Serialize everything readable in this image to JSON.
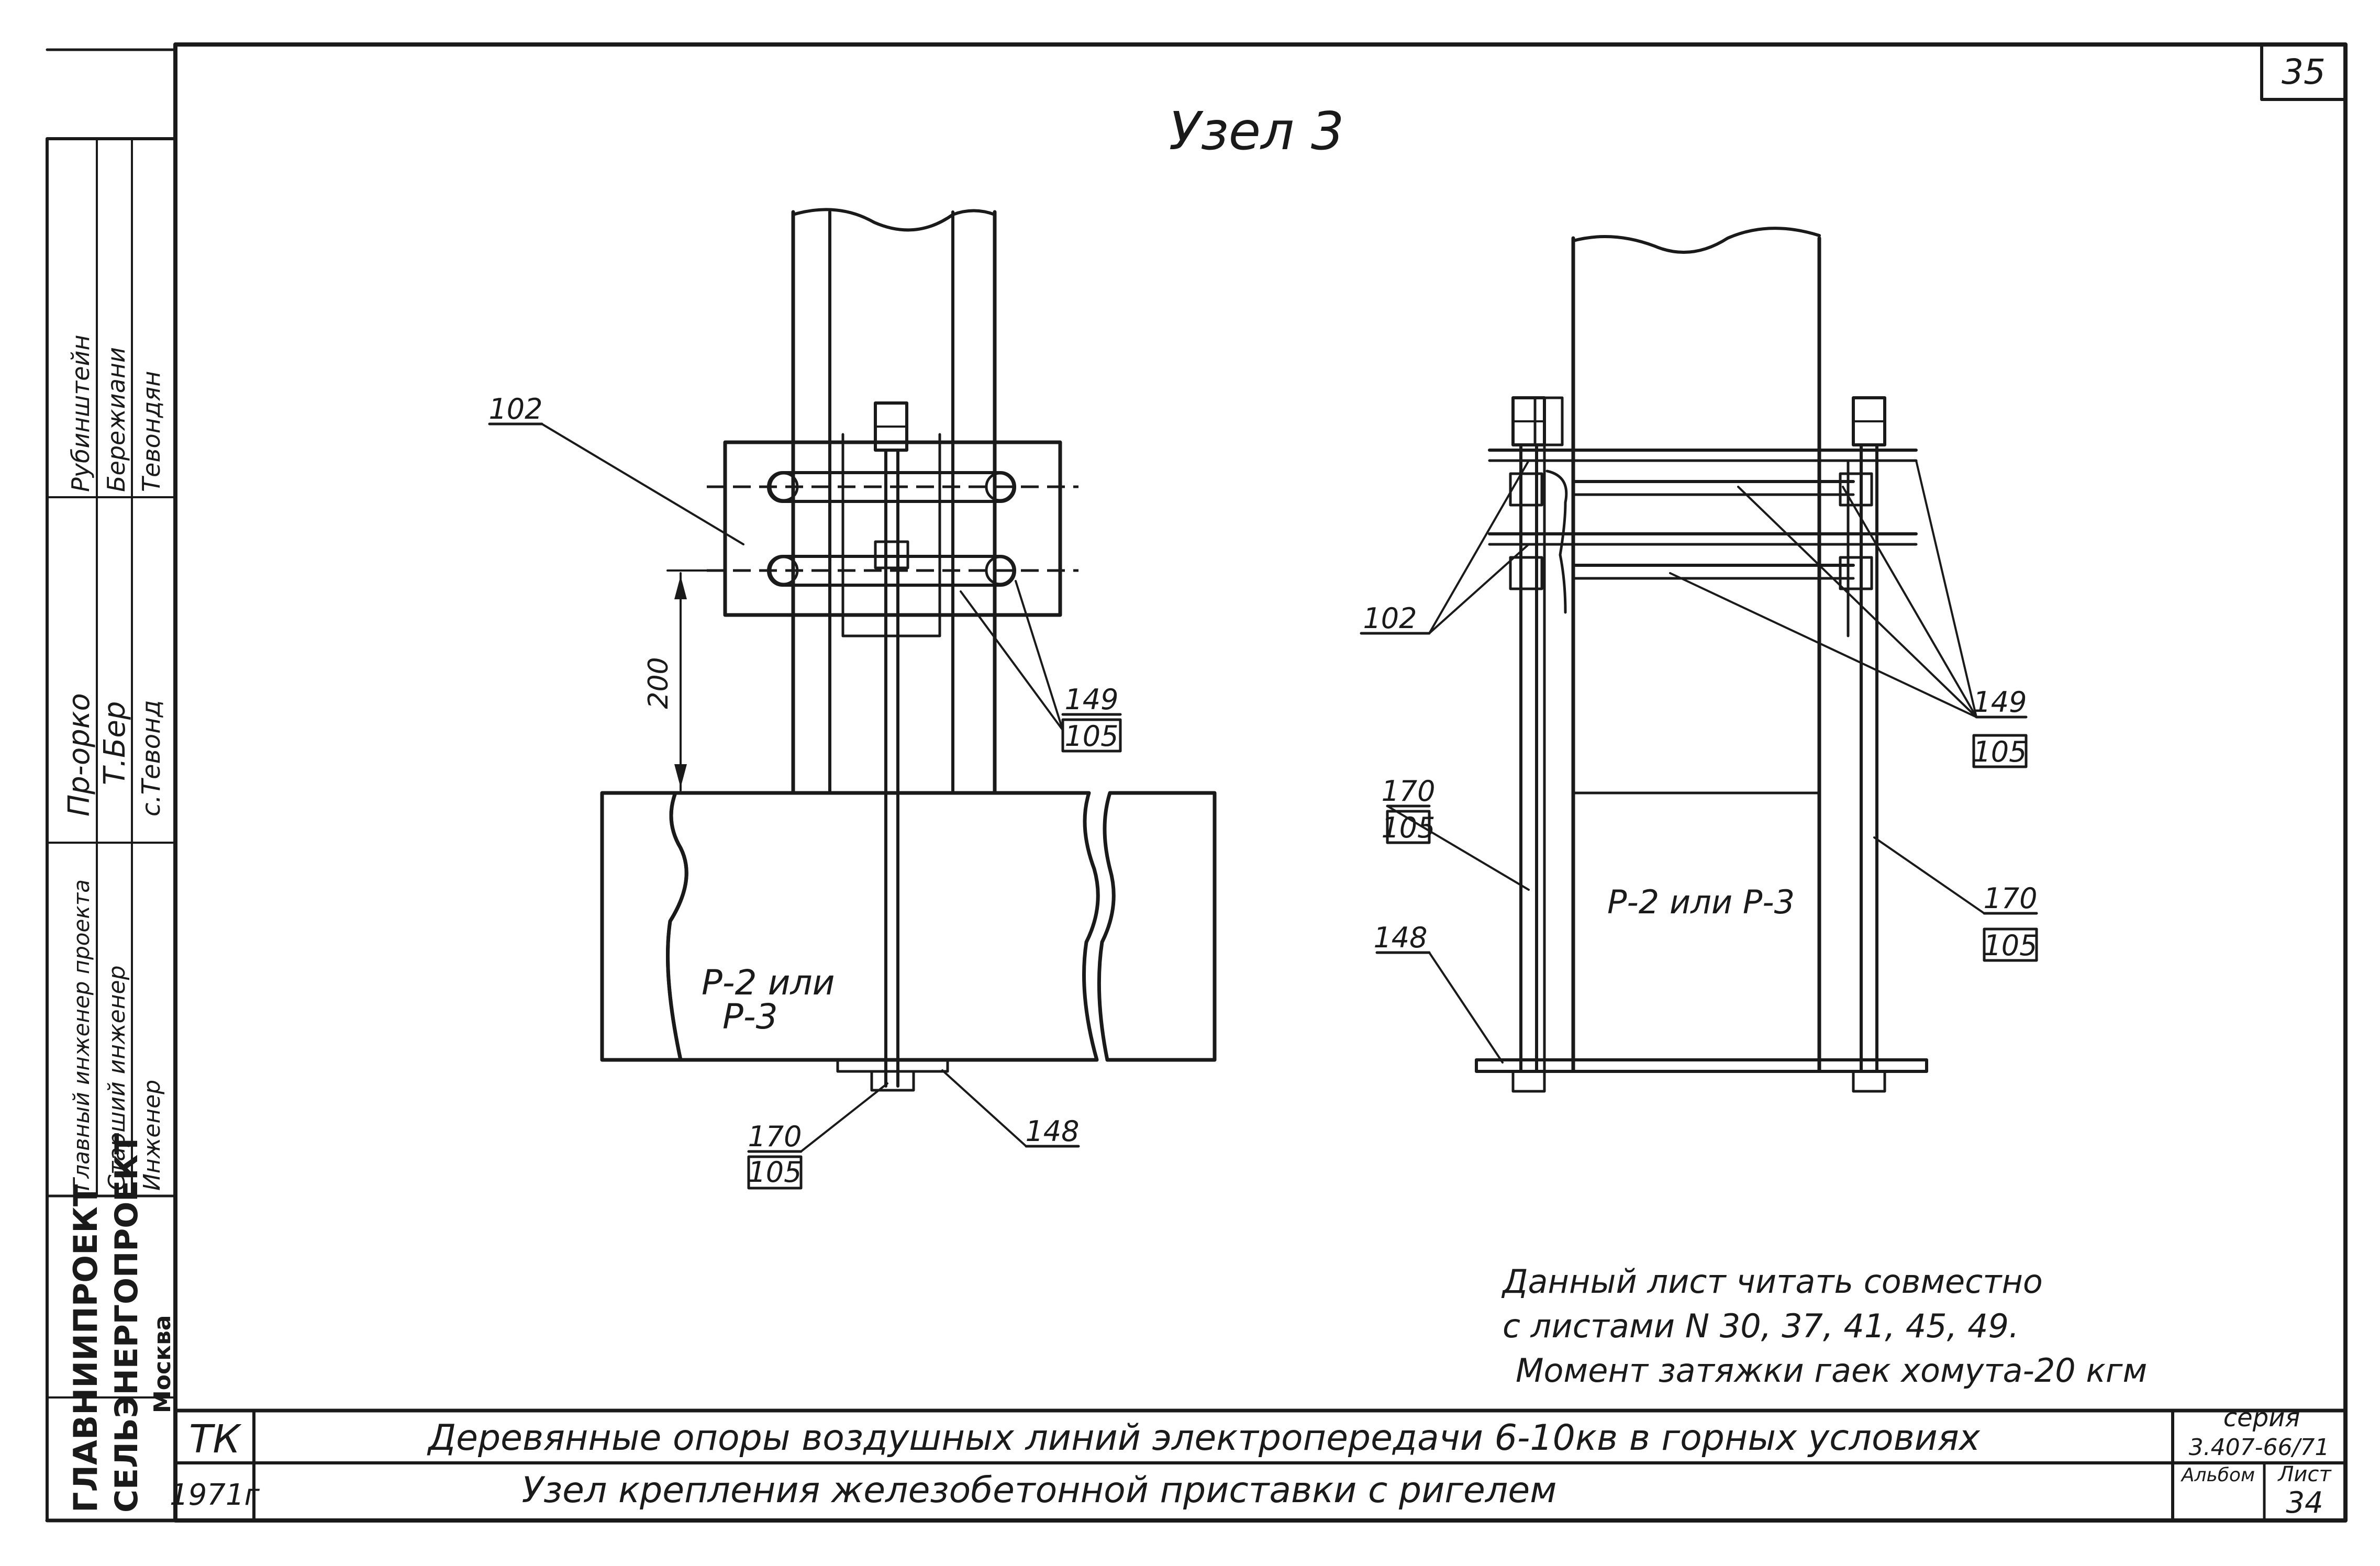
{
  "sheet": {
    "page_number": "35",
    "title": "Узел 3"
  },
  "left_view": {
    "callouts": {
      "c102": "102",
      "c149": "149",
      "c105a": "105",
      "c170": "170",
      "c105b": "105",
      "c148": "148"
    },
    "dimension": "200",
    "beam_label_1": "Р-2 или",
    "beam_label_2": "Р-3"
  },
  "right_view": {
    "callouts": {
      "c102": "102",
      "c149": "149",
      "c105a": "105",
      "c170a": "170",
      "c105b": "105",
      "c148": "148",
      "c170b": "170",
      "c105c": "105"
    },
    "beam_label": "Р-2 или Р-3"
  },
  "notes": {
    "line1": "Данный лист читать совместно",
    "line2": "с листами N 30, 37, 41, 45, 49.",
    "line3": "Момент затяжки гаек хомута-20 кгм"
  },
  "side_stamp": {
    "org_line1": "ГЛАВНИИПРОЕКТ",
    "org_line2": "СЕЛЬЭНЕРГОПРОЕКТ",
    "org_line3": "Москва",
    "role1": "Главный инженер проекта",
    "role2": "Старший инженер",
    "role3": "Инженер",
    "name1": "Рубинштейн",
    "name2": "Бережиани",
    "name3": "Тевондян",
    "sig1": "Пр-орко",
    "sig2": "Т.Бер",
    "sig3": "с.Тевонд"
  },
  "title_block": {
    "code": "ТК",
    "year": "1971г",
    "main_title": "Деревянные опоры воздушных линий электропередачи 6-10кв в горных условиях",
    "sub_title": "Узел крепления железобетонной приставки с ригелем",
    "series_label": "серия",
    "series_value": "3.407-66/71",
    "album_label": "Альбом",
    "sheet_label": "Лист",
    "sheet_value": "34"
  }
}
